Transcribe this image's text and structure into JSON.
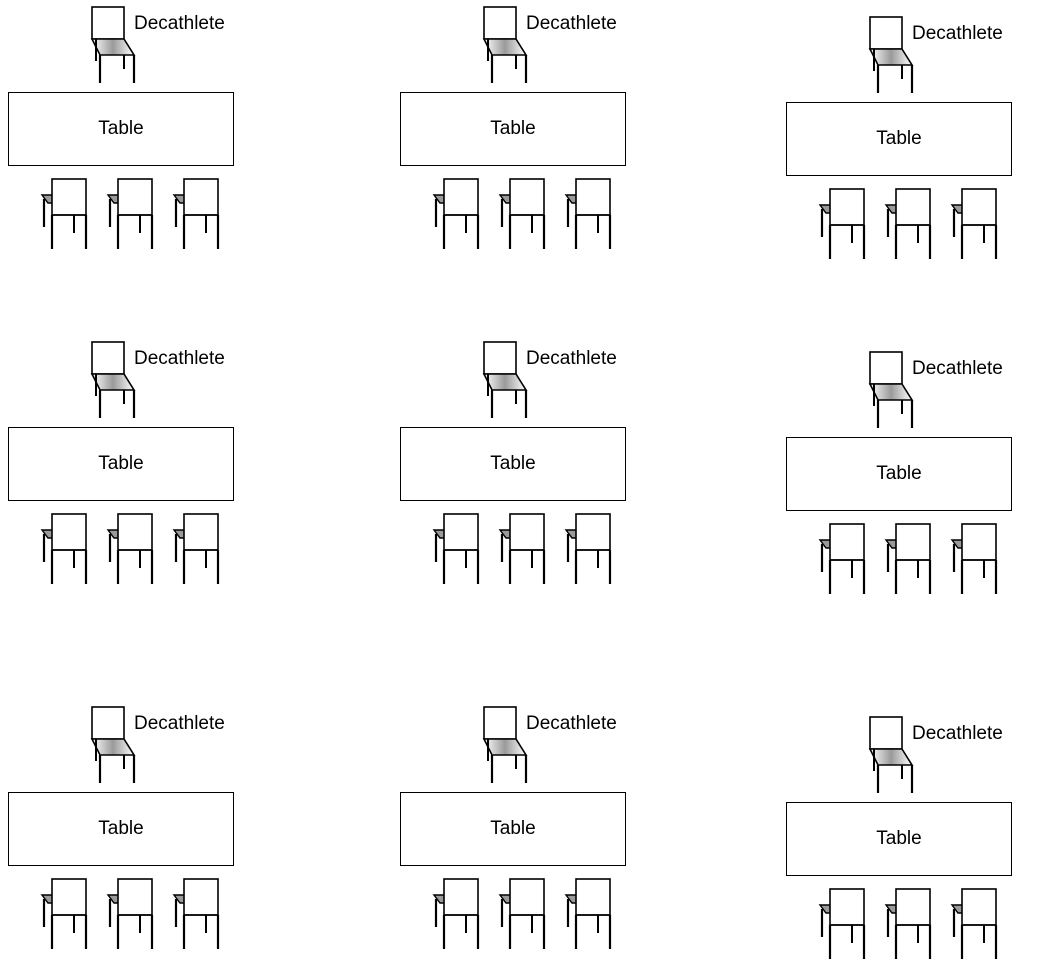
{
  "labels": {
    "decathlete": "Decathlete",
    "table": "Table"
  },
  "layout": {
    "rows": 3,
    "cols": 3,
    "guest_chairs_per_table": 3
  },
  "icons": {
    "decathlete_chair": "chair-front-icon",
    "guest_chair": "chair-side-icon"
  },
  "colors": {
    "line": "#000000",
    "seat_shade": "#9a9a9a"
  }
}
